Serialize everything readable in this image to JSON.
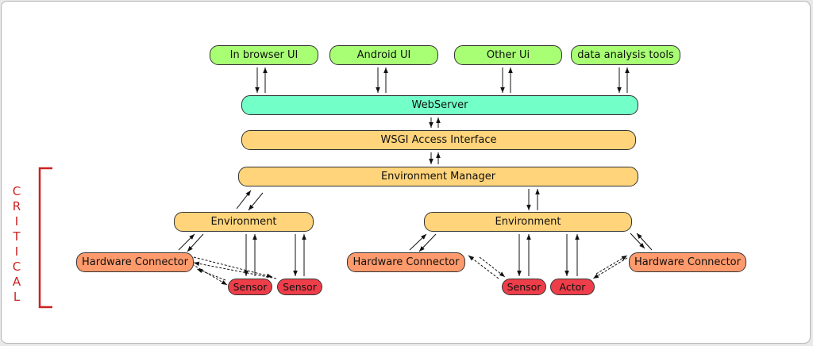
{
  "colors": {
    "ui_box": "#a8ff74",
    "webserver": "#72ffc8",
    "layer": "#ffd47a",
    "connector": "#ff9a6c",
    "device": "#ee3e4a",
    "critical": "#cc2222"
  },
  "clients": [
    "In browser UI",
    "Android UI",
    "Other Ui",
    "data analysis tools"
  ],
  "webserver": "WebServer",
  "wsgi": "WSGI Access Interface",
  "manager": "Environment Manager",
  "left_env": {
    "environment": "Environment",
    "connector": "Hardware Connector",
    "devices": [
      "Sensor",
      "Sensor"
    ]
  },
  "right_env": {
    "environment": "Environment",
    "connectors": [
      "Hardware Connector",
      "Hardware Connector"
    ],
    "devices": [
      "Sensor",
      "Actor"
    ]
  },
  "critical_letters": [
    "C",
    "R",
    "I",
    "T",
    "I",
    "C",
    "A",
    "L"
  ]
}
